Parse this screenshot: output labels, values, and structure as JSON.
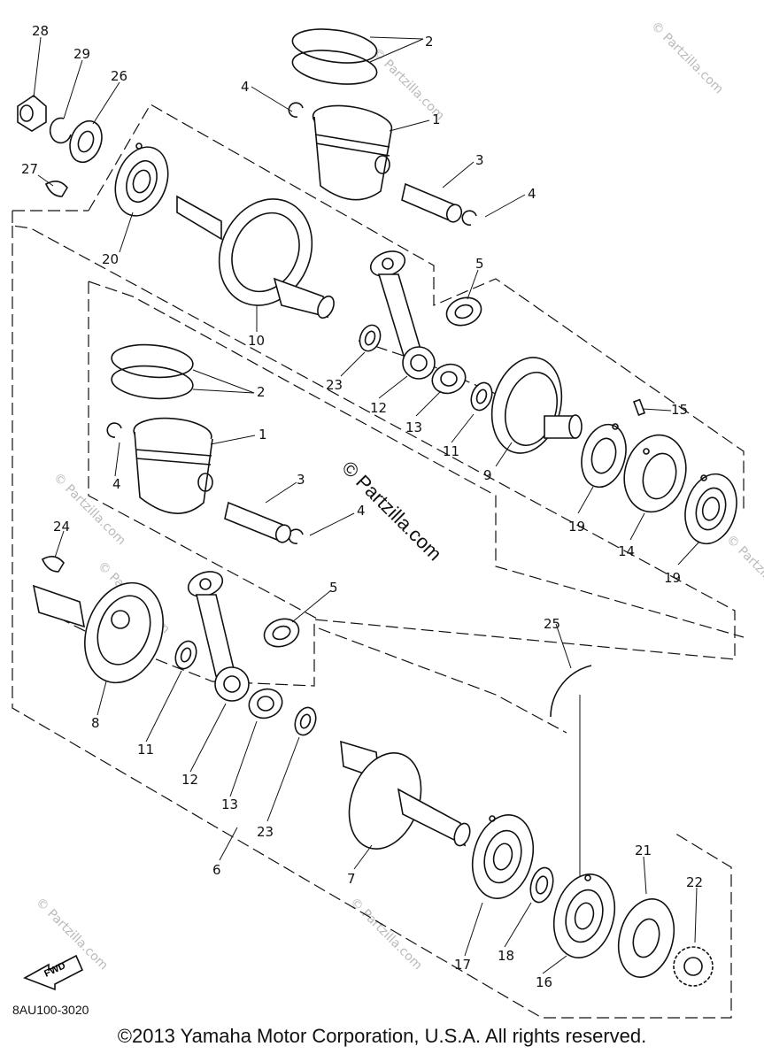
{
  "diagram_code": "8AU100-3020",
  "copyright": "©2013 Yamaha Motor Corporation, U.S.A. All rights reserved.",
  "center_watermark": "© Partzilla.com",
  "corner_watermark": "© Partzilla.com",
  "fwd_arrow": "FWD",
  "callouts": {
    "c28": "28",
    "c29": "29",
    "c26": "26",
    "c27": "27",
    "c20": "20",
    "c10": "10",
    "c2_top": "2",
    "c4_top_a": "4",
    "c1_top": "1",
    "c3_top": "3",
    "c4_top_b": "4",
    "c5_top": "5",
    "c23_top": "23",
    "c12_top": "12",
    "c13_top": "13",
    "c11_top": "11",
    "c9": "9",
    "c15": "15",
    "c19_a": "19",
    "c14": "14",
    "c19_b": "19",
    "c2_mid": "2",
    "c1_mid": "1",
    "c4_mid_a": "4",
    "c3_mid": "3",
    "c4_mid_b": "4",
    "c24": "24",
    "c5_mid": "5",
    "c8": "8",
    "c11_bot": "11",
    "c12_bot": "12",
    "c13_bot": "13",
    "c23_bot": "23",
    "c6": "6",
    "c7": "7",
    "c25": "25",
    "c17": "17",
    "c18": "18",
    "c16": "16",
    "c21": "21",
    "c22": "22"
  },
  "colors": {
    "line": "#111111",
    "watermark": "#b9b9b9",
    "background": "#ffffff"
  }
}
